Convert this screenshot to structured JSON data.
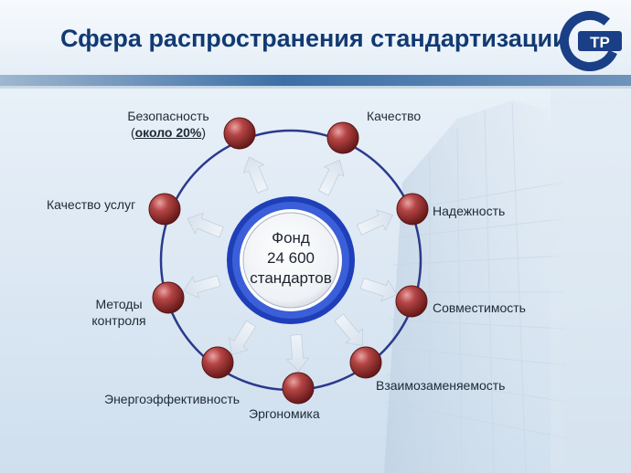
{
  "slide": {
    "title": "Сфера распространения стандартизации",
    "logo_text": "ТР"
  },
  "center": {
    "line1": "Фонд",
    "line2": "24 600",
    "line3": "стандартов"
  },
  "nodes": {
    "safety": {
      "label": "Безопасность",
      "note_open": "(",
      "note_value": "около 20%",
      "note_close": ")"
    },
    "quality": {
      "label": "Качество"
    },
    "reliability": {
      "label": "Надежность"
    },
    "compatibility": {
      "label": "Совместимость"
    },
    "interchangeability": {
      "label": "Взаимозаменяемость"
    },
    "ergonomics": {
      "label": "Эргономика"
    },
    "energy": {
      "label": "Энергоэффективность"
    },
    "methods": {
      "label1": "Методы",
      "label2": "контроля"
    },
    "services": {
      "label": "Качество услуг"
    }
  },
  "colors": {
    "title": "#123a73",
    "ring": "#2b3a8c",
    "node": "#a33a3a",
    "center_ring": "#1f3fb8"
  }
}
